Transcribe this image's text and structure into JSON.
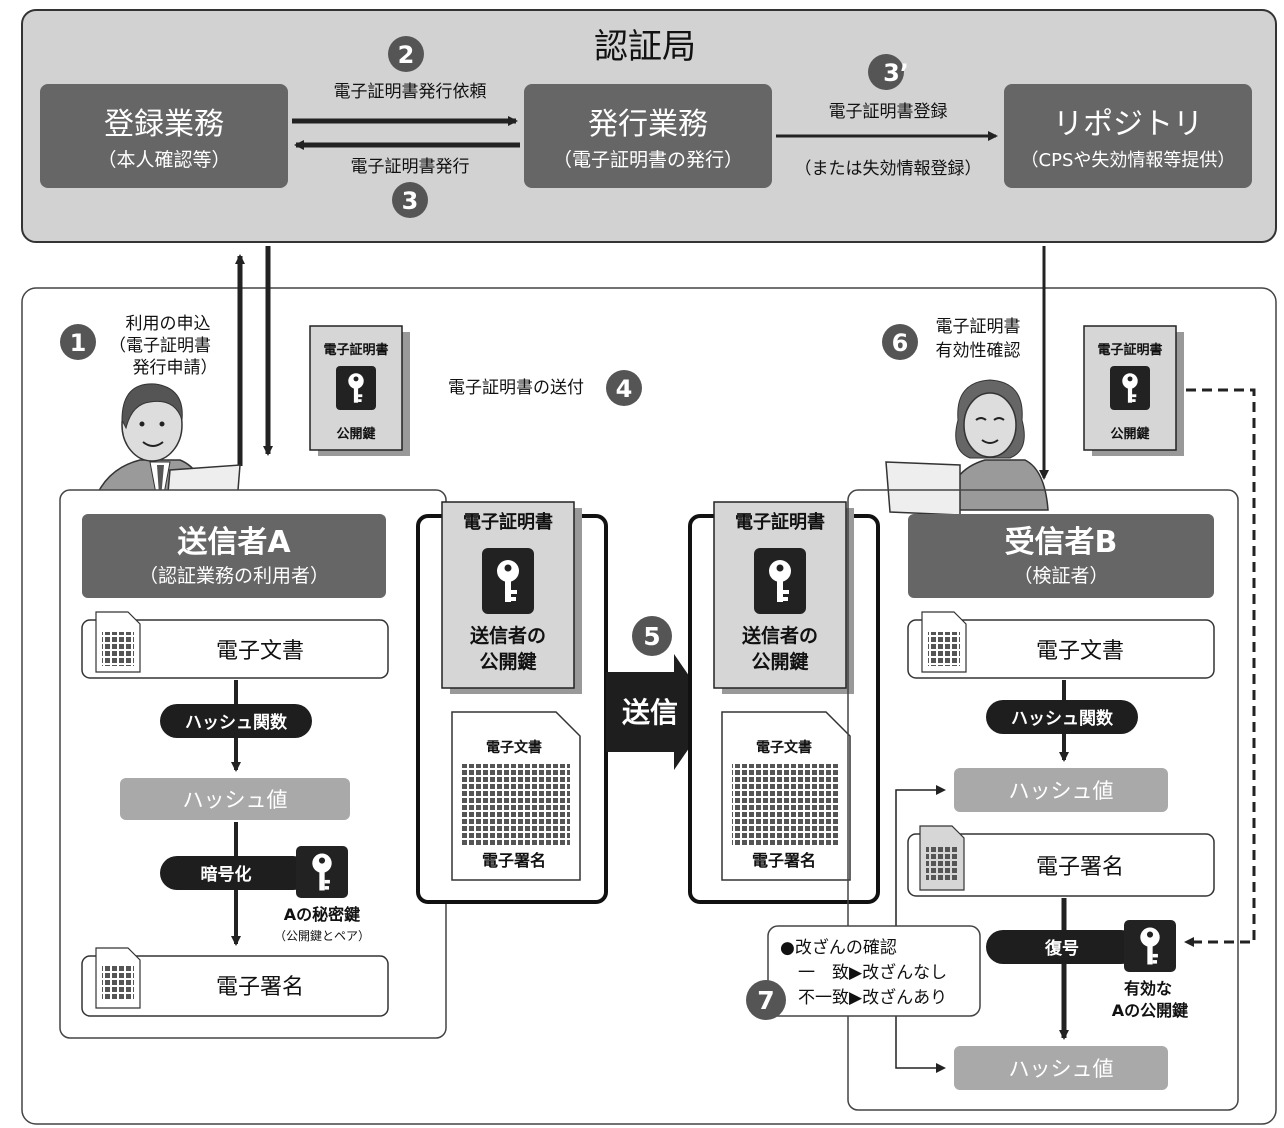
{
  "ca": {
    "title": "認証局",
    "registration": {
      "title": "登録業務",
      "sub": "（本人確認等）"
    },
    "issuance": {
      "title": "発行業務",
      "sub": "（電子証明書の発行）"
    },
    "repository": {
      "title": "リポジトリ",
      "sub": "（CPSや失効情報等提供）"
    },
    "arrow_request": "電子証明書発行依頼",
    "arrow_issue": "電子証明書発行",
    "arrow_register": "電子証明書登録",
    "arrow_register_sub": "（または失効情報登録）",
    "step2": "2",
    "step3": "3",
    "step3p": "3’"
  },
  "steps": {
    "s1": "1",
    "s1_l1": "利用の申込",
    "s1_l2": "（電子証明書",
    "s1_l3": "発行申請）",
    "s4": "4",
    "s4_label": "電子証明書の送付",
    "s5": "5",
    "s6": "6",
    "s6_l1": "電子証明書",
    "s6_l2": "有効性確認",
    "s7": "7"
  },
  "small_cert": {
    "title": "電子証明書",
    "key": "公開鍵"
  },
  "sender": {
    "title": "送信者A",
    "sub": "（認証業務の利用者）",
    "doc": "電子文書",
    "hash_fn": "ハッシュ関数",
    "hash_val": "ハッシュ値",
    "encrypt": "暗号化",
    "private_key_l1": "Aの秘密鍵",
    "private_key_l2": "（公開鍵とペア）",
    "signature": "電子署名"
  },
  "package": {
    "cert_title": "電子証明書",
    "key_l1": "送信者の",
    "key_l2": "公開鍵",
    "doc_title": "電子文書",
    "signature": "電子署名"
  },
  "send_label": "送信",
  "receiver": {
    "title": "受信者B",
    "sub": "（検証者）",
    "doc": "電子文書",
    "hash_fn": "ハッシュ関数",
    "hash_val": "ハッシュ値",
    "signature": "電子署名",
    "decrypt": "復号",
    "valid_key_l1": "有効な",
    "valid_key_l2": "Aの公開鍵",
    "hash_val2": "ハッシュ値"
  },
  "tamper": {
    "l1": "●改ざんの確認",
    "l2": "一　致▶改ざんなし",
    "l3": "不一致▶改ざんあり"
  },
  "colors": {
    "ca_bg": "#d2d2d2",
    "dark_box": "#666666",
    "pill": "#1e1e1e",
    "light_box": "#a9a9a9",
    "circle": "#555555"
  }
}
